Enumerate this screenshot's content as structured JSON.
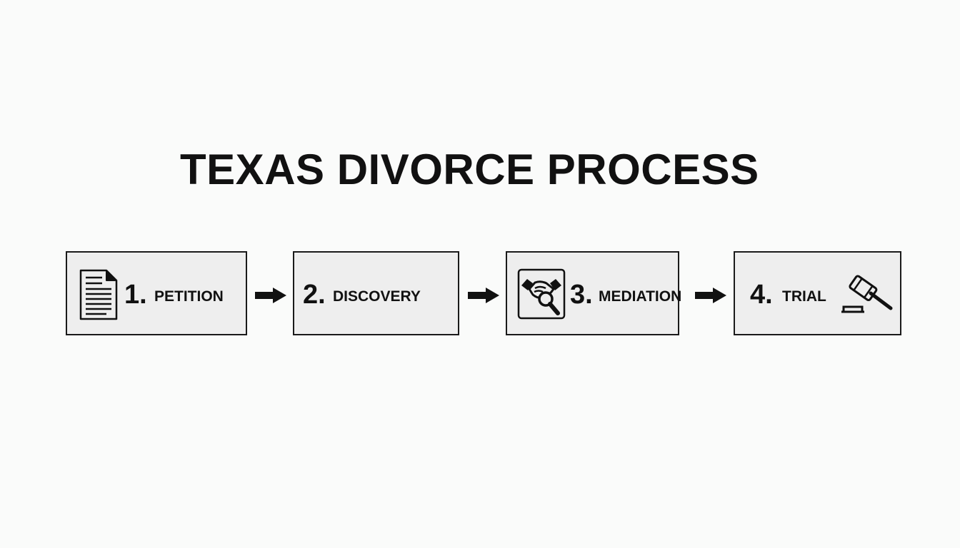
{
  "title": "TEXAS DIVORCE PROCESS",
  "steps": [
    {
      "number": "1.",
      "label": "PETITION",
      "icon": "document-icon"
    },
    {
      "number": "2.",
      "label": "DISCOVERY",
      "icon": null
    },
    {
      "number": "3.",
      "label": "MEDIATION",
      "icon": "handshake-magnifier-icon"
    },
    {
      "number": "4.",
      "label": "TRIAL",
      "icon": "gavel-icon"
    }
  ],
  "colors": {
    "background": "#fafbfa",
    "box_fill": "#eeeeee",
    "ink": "#111111"
  }
}
